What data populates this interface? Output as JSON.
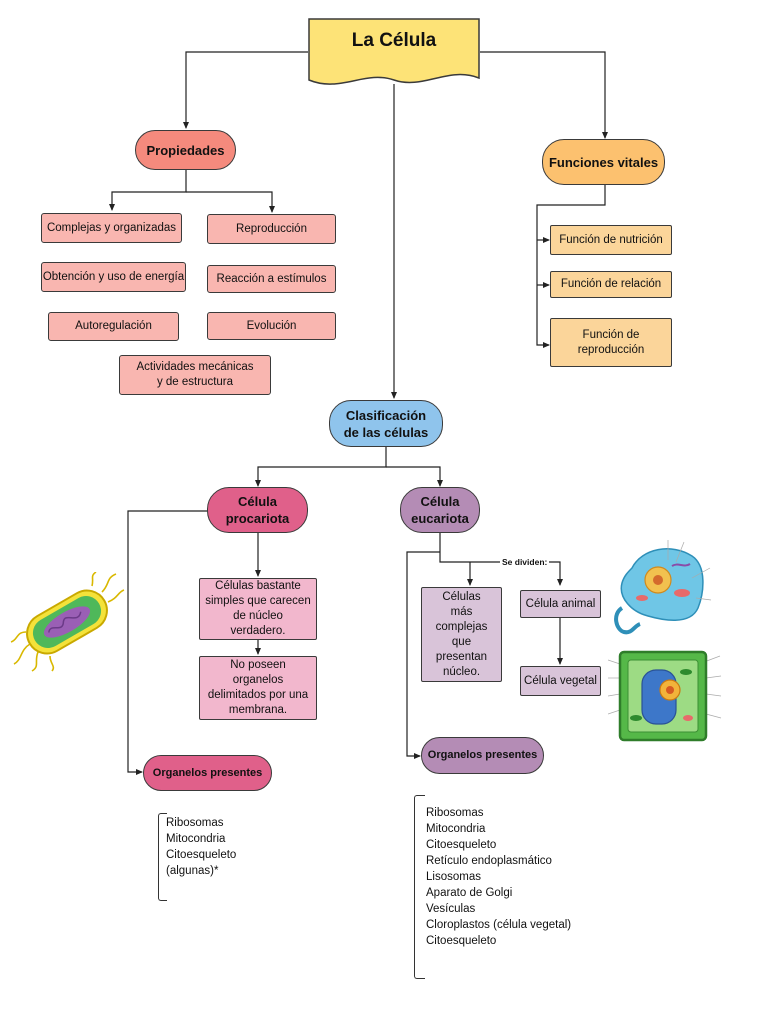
{
  "title": "La Célula",
  "propiedades": {
    "label": "Propiedades",
    "items": [
      "Complejas y organizadas",
      "Reproducción",
      "Obtención y uso de energía",
      "Reacción a estímulos",
      "Autoregulación",
      "Evolución",
      "Actividades mecánicas y de estructura"
    ]
  },
  "funciones": {
    "label": "Funciones vitales",
    "items": [
      "Función de  nutrición",
      "Función de relación",
      "Función de reproducción"
    ]
  },
  "clasificacion": {
    "label": "Clasificación de las células"
  },
  "procariota": {
    "label": "Célula procariota",
    "desc1": "Células bastante simples que carecen de núcleo verdadero.",
    "desc2": "No poseen organelos delimitados por una membrana.",
    "organelos_label": "Organelos presentes",
    "organelos": [
      "Ribosomas",
      "Mitocondria",
      "Citoesqueleto",
      "(algunas)*"
    ]
  },
  "eucariota": {
    "label": "Célula eucariota",
    "desc": "Células más complejas que presentan núcleo.",
    "se_dividen": "Se dividen:",
    "animal": "Célula animal",
    "vegetal": "Célula vegetal",
    "organelos_label": "Organelos presentes",
    "organelos": [
      "Ribosomas",
      "Mitocondria",
      "Citoesqueleto",
      "Retículo endoplasmático",
      "Lisosomas",
      "Aparato de Golgi",
      "Vesículas",
      "Cloroplastos (célula vegetal)",
      "Citoesqueleto"
    ]
  },
  "colors": {
    "title_fill": "#fde377",
    "propiedades_fill": "#f58a7d",
    "property_item_fill": "#f9b6b0",
    "funciones_fill": "#fcc16f",
    "funcion_item_fill": "#fbd59a",
    "clasificacion_fill": "#8fc4ec",
    "procariota_fill": "#e0608a",
    "procariota_item_fill": "#f2b7cd",
    "eucariota_fill": "#b48cb5",
    "eucariota_item_fill": "#d9c4d9"
  },
  "icons": [
    "bacterium-illustration",
    "animal-cell-illustration",
    "plant-cell-illustration"
  ]
}
